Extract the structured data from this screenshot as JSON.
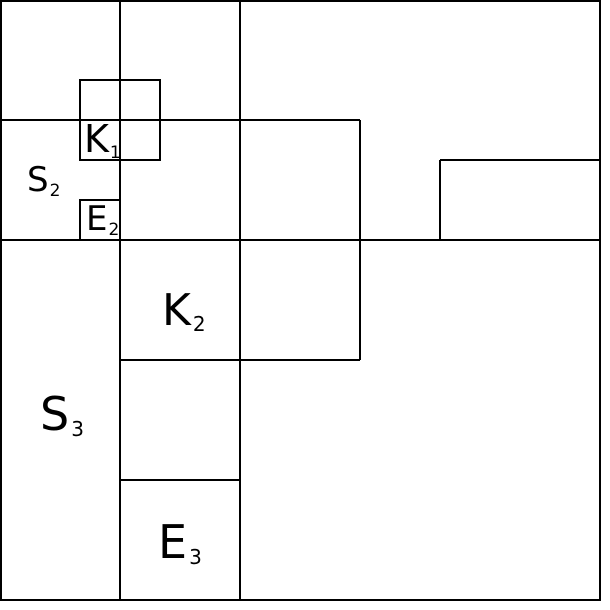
{
  "diagram": {
    "colors": {
      "stroke": "#000000",
      "background": "#ffffff"
    },
    "labels": {
      "k1": {
        "letter": "K",
        "subscript": "1"
      },
      "e2": {
        "letter": "E",
        "subscript": "2"
      },
      "s2": {
        "letter": "S",
        "subscript": "2"
      },
      "k2": {
        "letter": "K",
        "subscript": "2"
      },
      "s3": {
        "letter": "S",
        "subscript": "3"
      },
      "e3": {
        "letter": "E",
        "subscript": "3"
      }
    }
  }
}
